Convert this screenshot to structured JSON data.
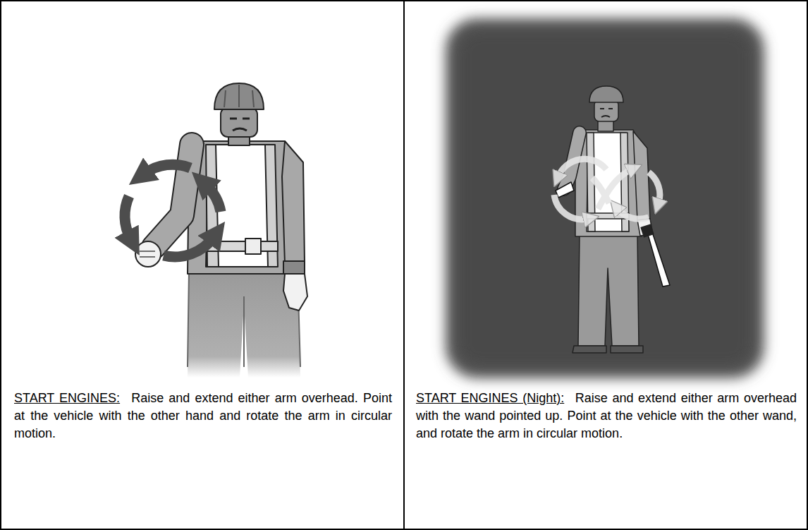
{
  "diagram": {
    "nodes": [
      {
        "text": [
          "START ENGINES:",
          "Raise and extend either arm overhead. Point at the vehicle with the other hand and rotate the arm in circular motion."
        ]
      },
      {
        "text": [
          "START ENGINES (Night):",
          "Raise and extend either arm overhead with the wand pointed up. Point at the vehicle with the other wand, and rotate the arm in circular motion."
        ]
      }
    ]
  }
}
